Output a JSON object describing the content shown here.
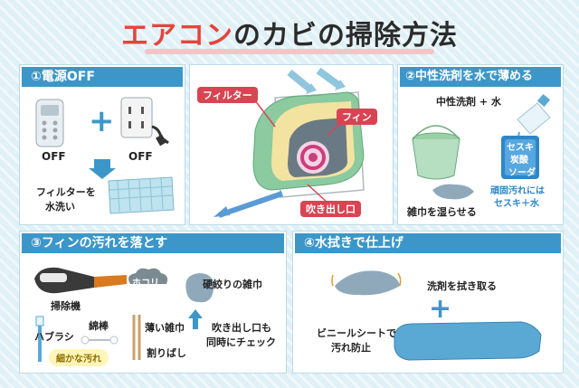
{
  "title": {
    "part1": "エアコン",
    "part2": "のカビの掃除方法"
  },
  "panel1": {
    "header": "①電源OFF",
    "off_left": "OFF",
    "off_right": "OFF",
    "plus": "+",
    "filter_wash": [
      "フィルターを",
      "水洗い"
    ]
  },
  "center": {
    "filter_label": "フィルター",
    "fin_label": "フィン",
    "outlet_label": "吹き出し口"
  },
  "panel2": {
    "header": "②中性洗剤を水で薄める",
    "mix_label": "中性洗剤 + 水",
    "soda": [
      "セスキ",
      "炭酸",
      "ソーダ"
    ],
    "stubborn": [
      "頑固汚れには",
      "セスキ＋水"
    ],
    "wet_cloth": "雑巾を湿らせる"
  },
  "panel3": {
    "header": "③フィンの汚れを落とす",
    "dust": "ホコリ",
    "vacuum": "掃除機",
    "wrung_cloth": "硬絞りの雑巾",
    "toothbrush": "ハブラシ",
    "cotton_swab": "綿棒",
    "fine_dirt": "細かな汚れ",
    "thin_cloth": "薄い雑巾",
    "chopsticks": "割りばし",
    "outlet_check": [
      "吹き出し口も",
      "同時にチェック"
    ]
  },
  "panel4": {
    "header": "④水拭きで仕上げ",
    "wipe_detergent": "洗剤を拭き取る",
    "plus": "+",
    "vinyl_sheet": [
      "ビニールシートで",
      "汚れ防止"
    ]
  },
  "colors": {
    "accent_red": "#e5443a",
    "header_blue": "#3c97c8",
    "background": "#dff0f6"
  }
}
